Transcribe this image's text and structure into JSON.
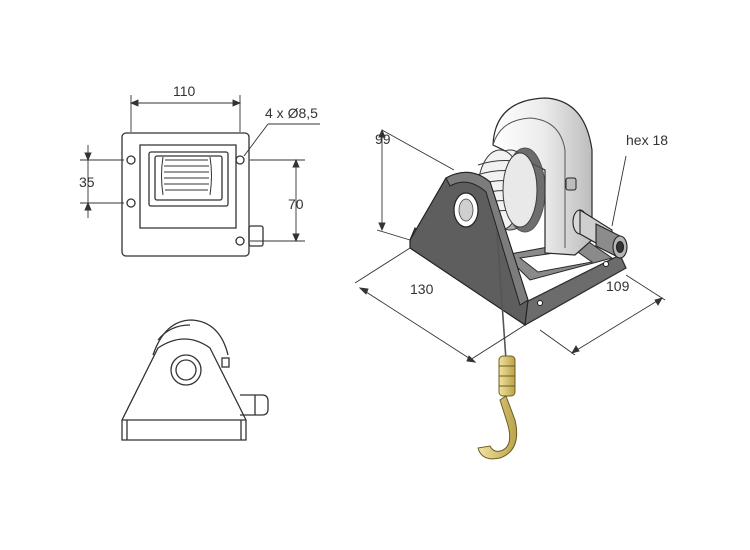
{
  "dimensions": {
    "width_top": "110",
    "holes": "4 x Ø8,5",
    "height_left": "35",
    "height_right": "70",
    "iso_height": "99",
    "iso_length": "130",
    "iso_width": "109",
    "hex": "hex 18"
  },
  "colors": {
    "line": "#333333",
    "bracket_dark": "#5a5a5a",
    "bracket_mid": "#7a7a7a",
    "drum_light": "#e4e4e4",
    "hook": "#d8c36a"
  }
}
